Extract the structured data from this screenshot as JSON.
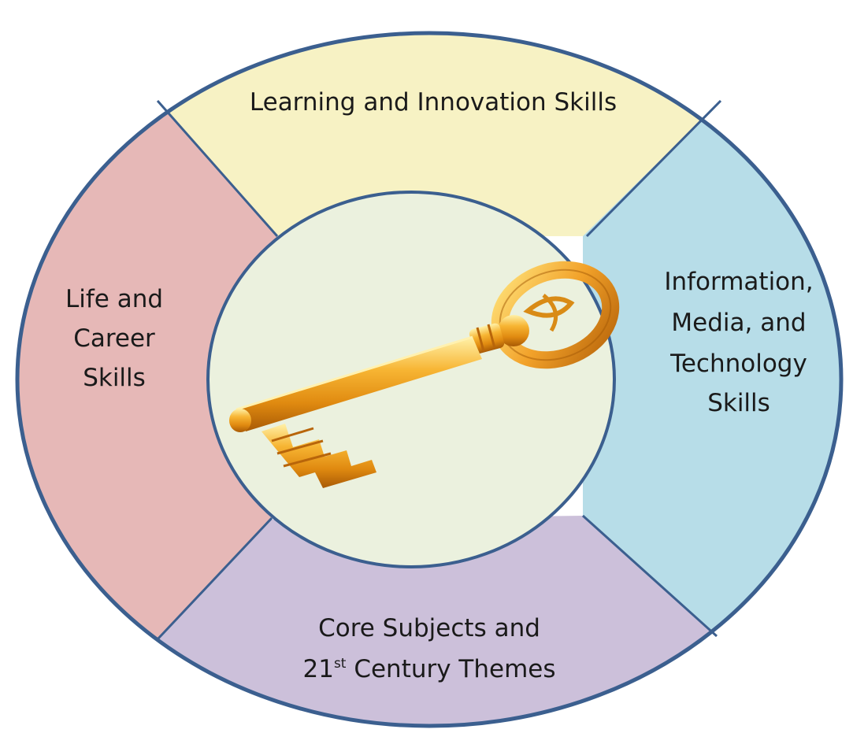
{
  "diagram": {
    "segments": {
      "top": {
        "label": "Learning and Innovation Skills",
        "color": "#f7f2c4"
      },
      "left": {
        "line1": "Life and",
        "line2": "Career",
        "line3": "Skills",
        "color": "#e6b8b7"
      },
      "right": {
        "line1": "Information,",
        "line2": "Media, and",
        "line3": "Technology",
        "line4": "Skills",
        "color": "#b7dde8"
      },
      "bottom": {
        "line1": "Core Subjects and",
        "line2_prefix": "21",
        "line2_sup": "st",
        "line2_suffix": " Century Themes",
        "color": "#ccc0da"
      }
    },
    "center": {
      "fill": "#ebf1de",
      "icon": "key-icon"
    },
    "outline_color": "#3b5f8f"
  }
}
